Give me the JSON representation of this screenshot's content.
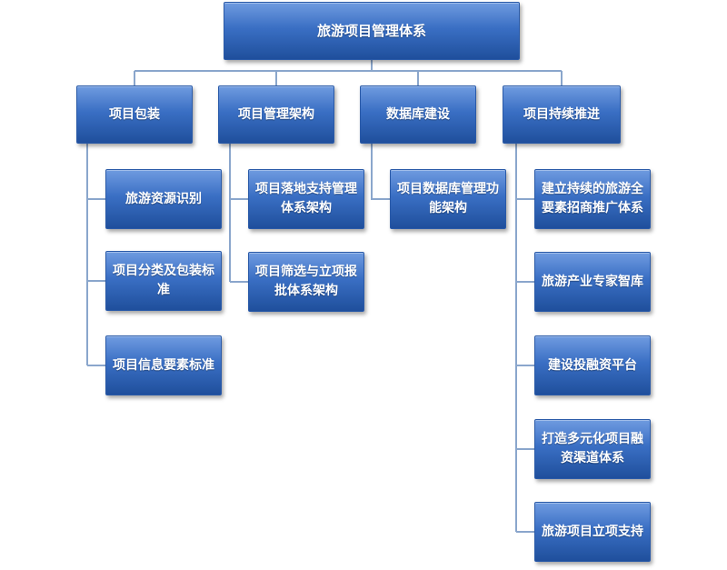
{
  "root": {
    "label": "旅游项目管理体系"
  },
  "branches": [
    {
      "label": "项目包装",
      "children": [
        {
          "label": "旅游资源识别"
        },
        {
          "label": "项目分类及包装标准"
        },
        {
          "label": "项目信息要素标准"
        }
      ]
    },
    {
      "label": "项目管理架构",
      "children": [
        {
          "label": "项目落地支持管理体系架构"
        },
        {
          "label": "项目筛选与立项报批体系架构"
        }
      ]
    },
    {
      "label": "数据库建设",
      "children": [
        {
          "label": "项目数据库管理功能架构"
        }
      ]
    },
    {
      "label": "项目持续推进",
      "children": [
        {
          "label": "建立持续的旅游全要素招商推广体系"
        },
        {
          "label": "旅游产业专家智库"
        },
        {
          "label": "建设投融资平台"
        },
        {
          "label": "打造多元化项目融资渠道体系"
        },
        {
          "label": "旅游项目立项支持"
        }
      ]
    }
  ],
  "colors": {
    "node_top": "#6f9be0",
    "node_bottom": "#1f4f9c",
    "connector": "#8aa6cc"
  }
}
